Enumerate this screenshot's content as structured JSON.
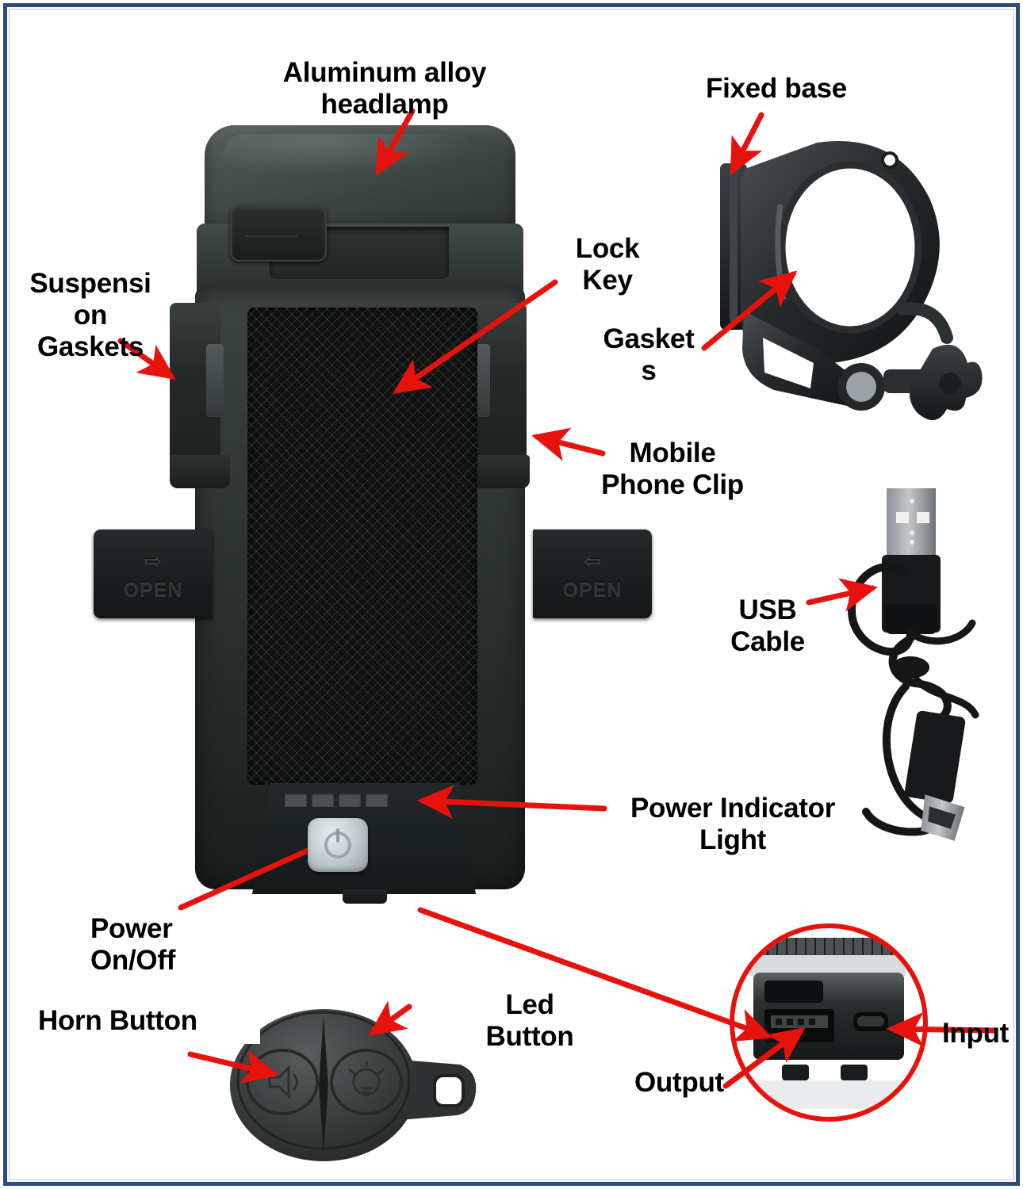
{
  "diagram": {
    "title": "Bike phone holder with headlamp - parts callout diagram",
    "border_color": "#2e4a7d",
    "arrow_color": "#e8120c",
    "background": "#ffffff"
  },
  "labels": {
    "aluminum_headlamp": "Aluminum alloy\nheadlamp",
    "fixed_base": "Fixed base",
    "lock_key": "Lock\nKey",
    "gaskets_clamp": "Gasket\ns",
    "suspension_gaskets": "Suspensi\non\nGaskets",
    "mobile_phone_clip": "Mobile\nPhone Clip",
    "usb_cable": "USB\nCable",
    "power_indicator_light": "Power Indicator\nLight",
    "power_on_off": "Power\nOn/Off",
    "horn_button": "Horn Button",
    "led_button": "Led\nButton",
    "output": "Output",
    "input": "Input"
  },
  "device_markings": {
    "open_tab_left_arrow": "⇨",
    "open_tab_left_text": "OPEN",
    "open_tab_right_arrow": "⇦",
    "open_tab_right_text": "OPEN",
    "led_segment_count": 4
  },
  "icons": {
    "power_symbol": "power-icon",
    "usb_a_connector": "usb-a-icon",
    "micro_usb_connector": "micro-usb-icon",
    "horn_glyph": "horn-icon",
    "led_glyph": "led-icon"
  }
}
